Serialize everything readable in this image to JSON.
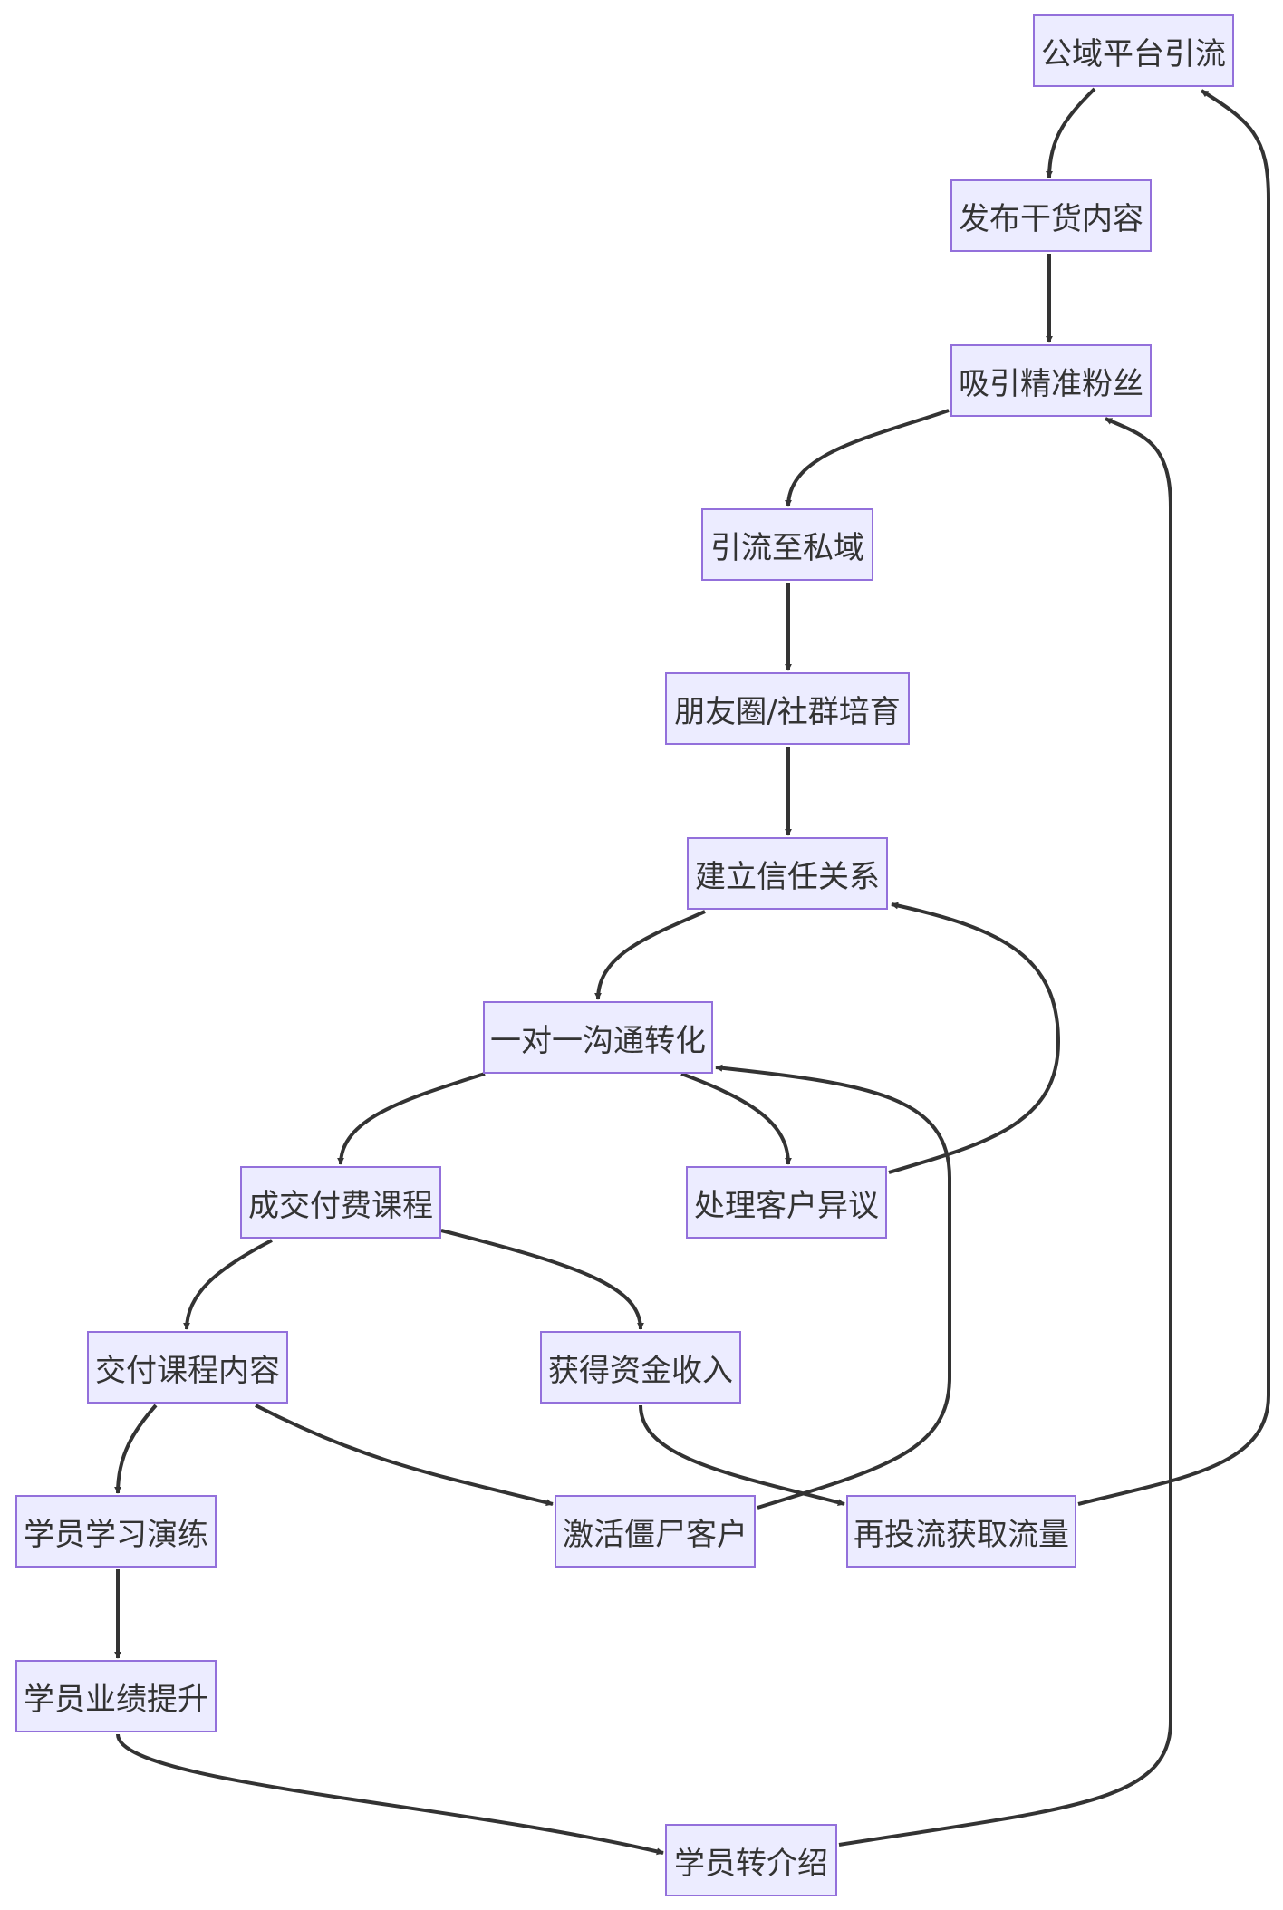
{
  "diagram": {
    "type": "flowchart",
    "colors": {
      "node_fill": "#ececff",
      "node_border": "#9370db",
      "edge": "#333333",
      "text": "#333333"
    },
    "nodes": [
      {
        "id": "n1",
        "label": "公域平台引流"
      },
      {
        "id": "n2",
        "label": "发布干货内容"
      },
      {
        "id": "n3",
        "label": "吸引精准粉丝"
      },
      {
        "id": "n4",
        "label": "引流至私域"
      },
      {
        "id": "n5",
        "label": "朋友圈/社群培育"
      },
      {
        "id": "n6",
        "label": "建立信任关系"
      },
      {
        "id": "n7",
        "label": "一对一沟通转化"
      },
      {
        "id": "n8",
        "label": "成交付费课程"
      },
      {
        "id": "n9",
        "label": "处理客户异议"
      },
      {
        "id": "n10",
        "label": "交付课程内容"
      },
      {
        "id": "n11",
        "label": "获得资金收入"
      },
      {
        "id": "n12",
        "label": "学员学习演练"
      },
      {
        "id": "n13",
        "label": "激活僵尸客户"
      },
      {
        "id": "n14",
        "label": "再投流获取流量"
      },
      {
        "id": "n15",
        "label": "学员业绩提升"
      },
      {
        "id": "n16",
        "label": "学员转介绍"
      }
    ],
    "edges": [
      {
        "from": "n1",
        "to": "n2"
      },
      {
        "from": "n2",
        "to": "n3"
      },
      {
        "from": "n3",
        "to": "n4"
      },
      {
        "from": "n4",
        "to": "n5"
      },
      {
        "from": "n5",
        "to": "n6"
      },
      {
        "from": "n6",
        "to": "n7"
      },
      {
        "from": "n7",
        "to": "n8"
      },
      {
        "from": "n7",
        "to": "n9"
      },
      {
        "from": "n9",
        "to": "n6"
      },
      {
        "from": "n8",
        "to": "n10"
      },
      {
        "from": "n8",
        "to": "n11"
      },
      {
        "from": "n10",
        "to": "n12"
      },
      {
        "from": "n10",
        "to": "n13"
      },
      {
        "from": "n13",
        "to": "n7"
      },
      {
        "from": "n11",
        "to": "n14"
      },
      {
        "from": "n14",
        "to": "n1"
      },
      {
        "from": "n12",
        "to": "n15"
      },
      {
        "from": "n15",
        "to": "n16"
      },
      {
        "from": "n16",
        "to": "n3"
      }
    ]
  }
}
